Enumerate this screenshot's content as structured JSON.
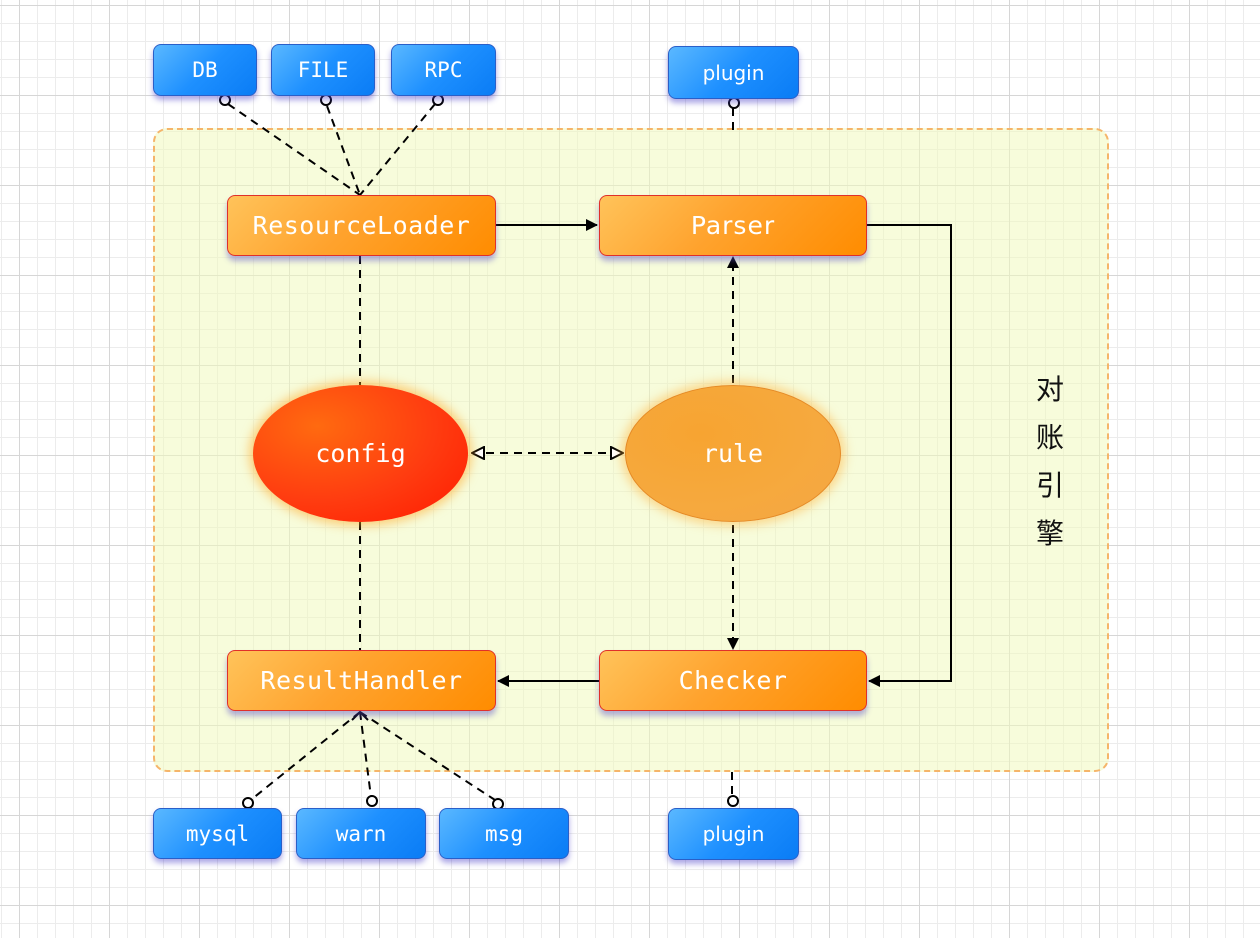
{
  "diagram": {
    "title": "对账引擎",
    "title_chars": [
      "对",
      "账",
      "引",
      "擎"
    ],
    "colors": {
      "external_node": "#1e90ff",
      "component_node": "#ff9a1e",
      "config_node": "#ff2e0a",
      "rule_node": "#f6a93e",
      "container_fill": "#f6fbd0",
      "container_border": "#f5b56a"
    },
    "inputs": [
      {
        "id": "db",
        "label": "DB"
      },
      {
        "id": "file",
        "label": "FILE"
      },
      {
        "id": "rpc",
        "label": "RPC"
      }
    ],
    "plugins": [
      {
        "id": "plugin-top",
        "label": "plugin"
      },
      {
        "id": "plugin-bottom",
        "label": "plugin"
      }
    ],
    "components": [
      {
        "id": "resource-loader",
        "label": "ResourceLoader"
      },
      {
        "id": "parser",
        "label": "Parser"
      },
      {
        "id": "checker",
        "label": "Checker"
      },
      {
        "id": "result-handler",
        "label": "ResultHandler"
      }
    ],
    "core": [
      {
        "id": "config",
        "label": "config"
      },
      {
        "id": "rule",
        "label": "rule"
      }
    ],
    "outputs": [
      {
        "id": "mysql",
        "label": "mysql"
      },
      {
        "id": "warn",
        "label": "warn"
      },
      {
        "id": "msg",
        "label": "msg"
      }
    ],
    "edges": [
      {
        "from": "db",
        "to": "resource-loader",
        "style": "dashed",
        "end": "circle"
      },
      {
        "from": "file",
        "to": "resource-loader",
        "style": "dashed",
        "end": "circle"
      },
      {
        "from": "rpc",
        "to": "resource-loader",
        "style": "dashed",
        "end": "circle"
      },
      {
        "from": "plugin-top",
        "to": "engine",
        "style": "dashed",
        "end": "circle"
      },
      {
        "from": "resource-loader",
        "to": "parser",
        "style": "solid",
        "end": "arrow"
      },
      {
        "from": "parser",
        "to": "checker",
        "style": "solid",
        "end": "arrow"
      },
      {
        "from": "checker",
        "to": "result-handler",
        "style": "solid",
        "end": "arrow"
      },
      {
        "from": "rule",
        "to": "parser",
        "style": "dashed",
        "end": "arrow"
      },
      {
        "from": "rule",
        "to": "checker",
        "style": "dashed",
        "end": "arrow"
      },
      {
        "from": "config",
        "to": "rule",
        "style": "dashed",
        "end": "open-arrow-both"
      },
      {
        "from": "config",
        "to": "resource-loader",
        "style": "dashed",
        "end": "none"
      },
      {
        "from": "config",
        "to": "result-handler",
        "style": "dashed",
        "end": "none"
      },
      {
        "from": "result-handler",
        "to": "mysql",
        "style": "dashed",
        "end": "circle"
      },
      {
        "from": "result-handler",
        "to": "warn",
        "style": "dashed",
        "end": "circle"
      },
      {
        "from": "result-handler",
        "to": "msg",
        "style": "dashed",
        "end": "circle"
      },
      {
        "from": "engine",
        "to": "plugin-bottom",
        "style": "dashed",
        "end": "circle"
      }
    ]
  }
}
